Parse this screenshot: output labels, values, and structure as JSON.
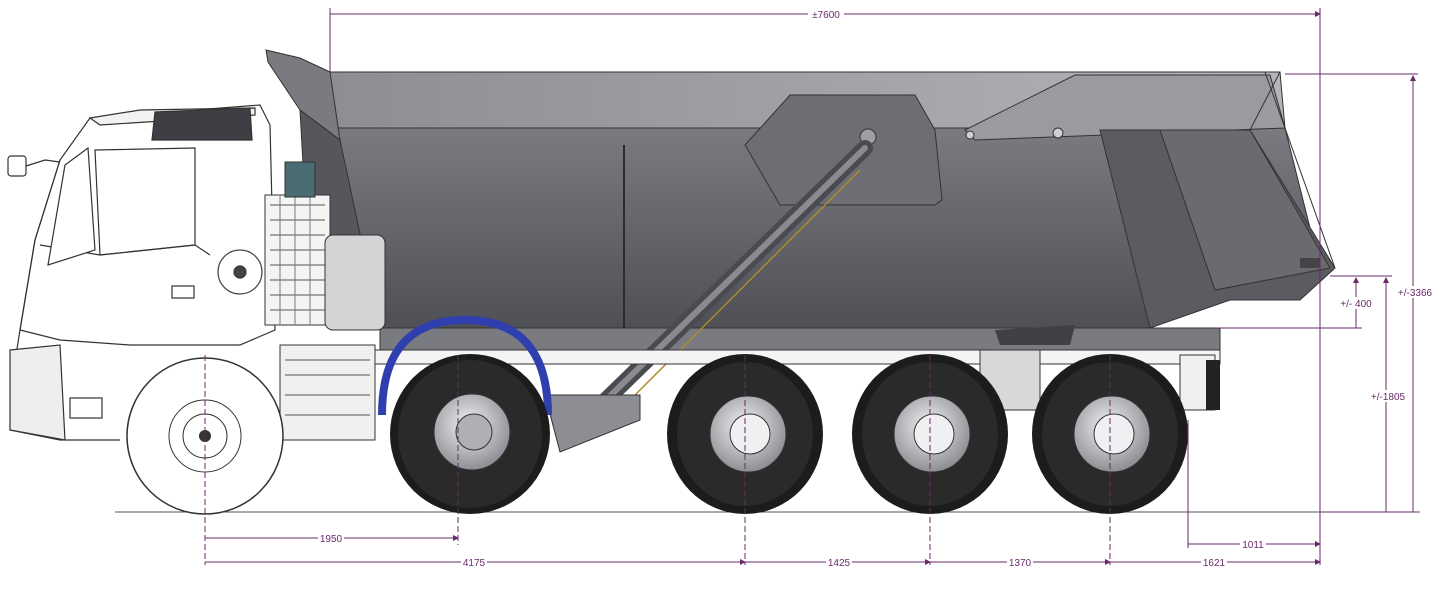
{
  "colors": {
    "dimension": "#6a2a6a",
    "body_dark": "#55565b",
    "body_mid": "#77787d",
    "body_light": "#a2a3a8",
    "tire": "#1c1c1c",
    "hub": "#c9c9cc",
    "arch": "#2f3fae",
    "line": "#333333"
  },
  "dimensions": {
    "overall_length": "±7600",
    "front_axle_to_first_rear": "1950",
    "front_to_second_axle": "4175",
    "axle_spacing_1": "1425",
    "axle_spacing_2": "1370",
    "rear_overhang": "1621",
    "rear_bumper_offset": "1011",
    "total_height": "+/-3366",
    "body_floor_height": "+/-1805",
    "tail_drop": "+/- 400"
  }
}
